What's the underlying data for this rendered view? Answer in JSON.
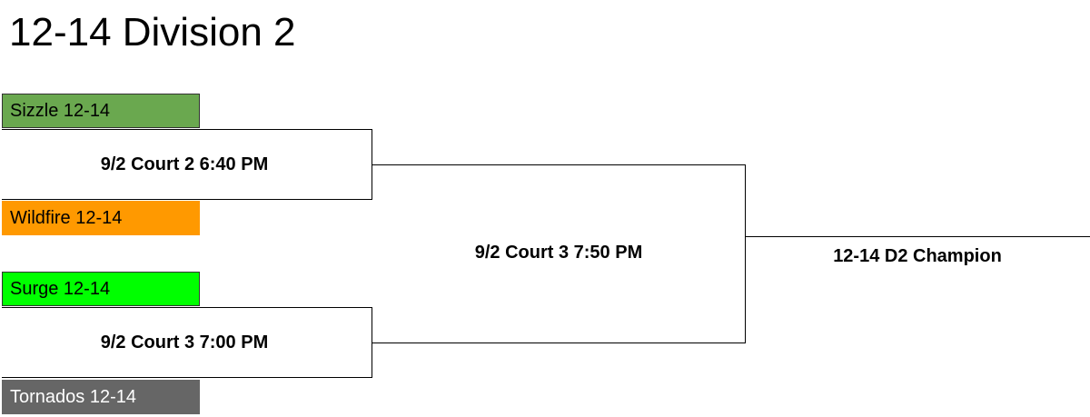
{
  "title": "12-14 Division 2",
  "teams": [
    {
      "name": "Sizzle 12-14",
      "color": "#6aa84f",
      "text_color": "#000000"
    },
    {
      "name": "Wildfire 12-14",
      "color": "#ff9900",
      "text_color": "#000000"
    },
    {
      "name": "Surge 12-14",
      "color": "#00ff00",
      "text_color": "#000000"
    },
    {
      "name": "Tornados 12-14",
      "color": "#666666",
      "text_color": "#ffffff"
    }
  ],
  "matches": {
    "semi_top": "9/2 Court 2 6:40 PM",
    "semi_bottom": "9/2 Court 3 7:00 PM",
    "final": "9/2 Court 3 7:50 PM"
  },
  "champion_label": "12-14 D2 Champion"
}
